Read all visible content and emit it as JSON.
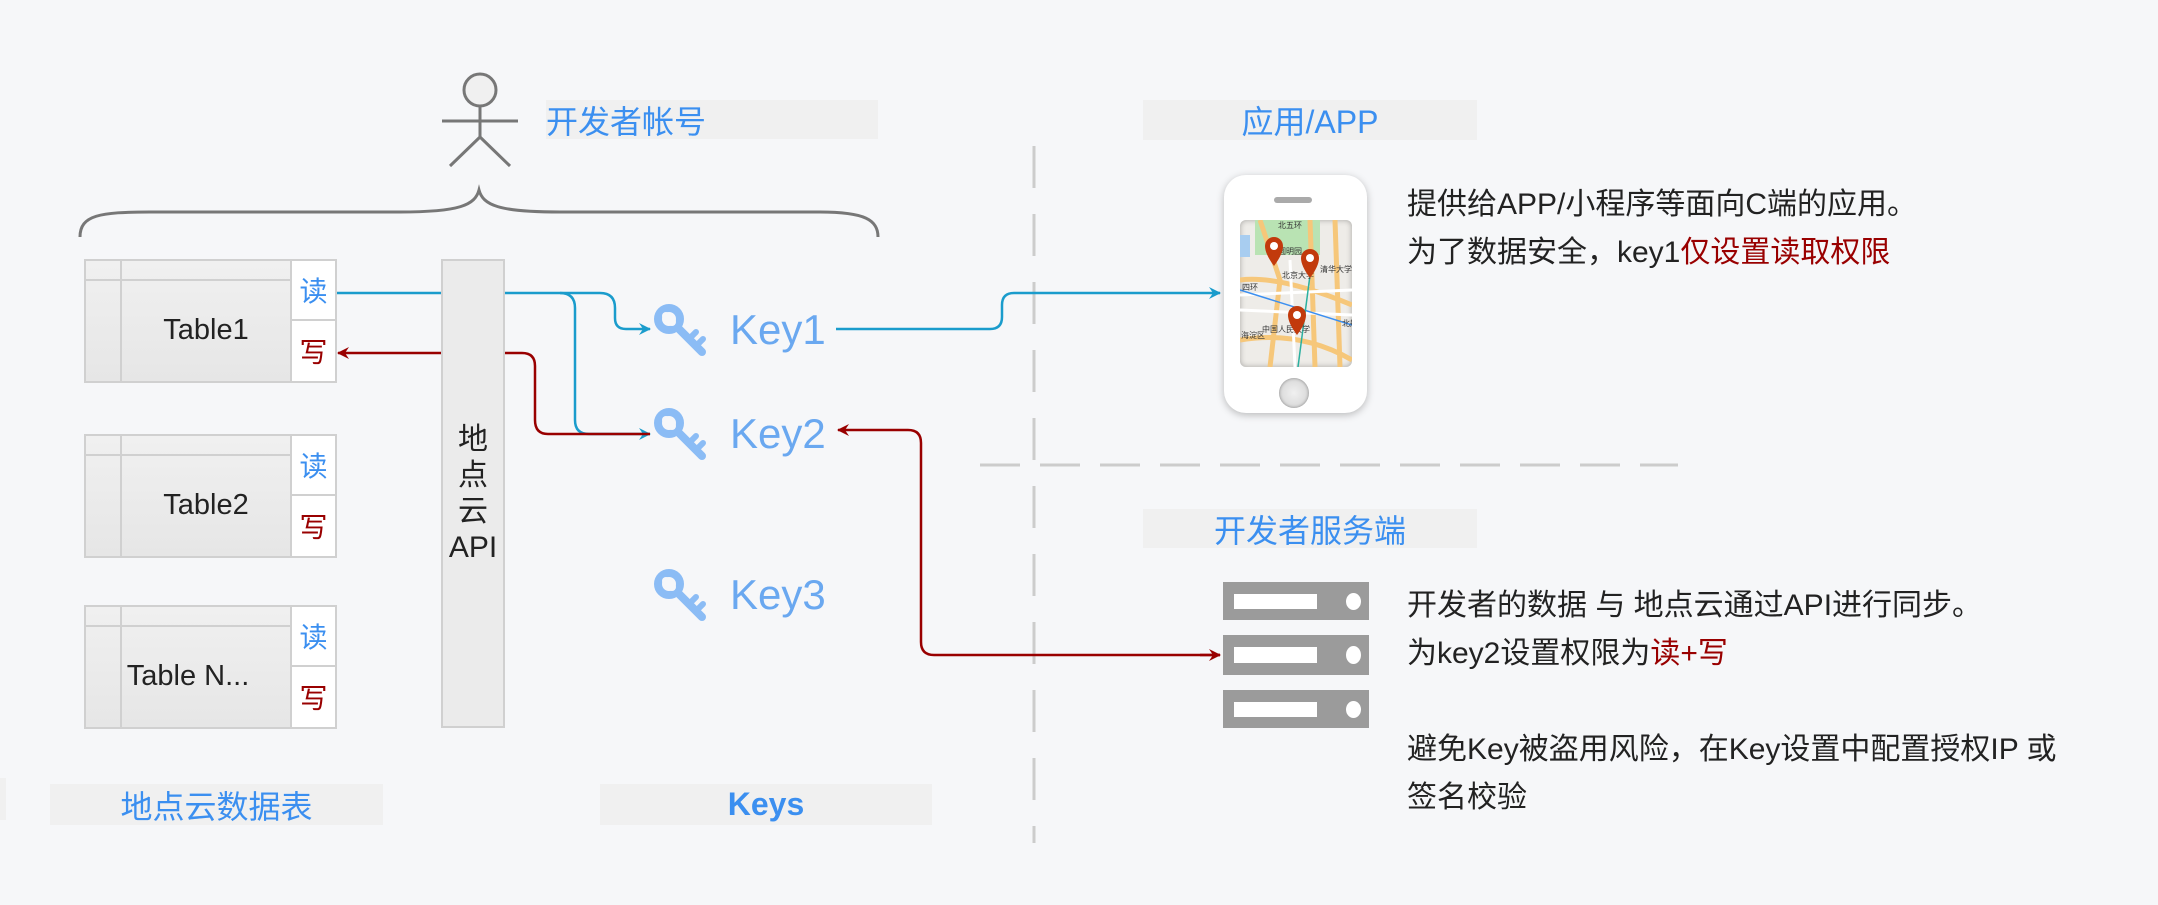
{
  "developer": {
    "label": "开发者帐号",
    "icon": "actor-icon"
  },
  "tables": [
    {
      "name": "Table1",
      "read": "读",
      "write": "写"
    },
    {
      "name": "Table2",
      "read": "读",
      "write": "写"
    },
    {
      "name": "Table N...",
      "read": "读",
      "write": "写"
    }
  ],
  "api": {
    "chars": [
      "地",
      "点",
      "云",
      "API"
    ]
  },
  "keys": [
    {
      "label": "Key1",
      "icon": "key-icon"
    },
    {
      "label": "Key2",
      "icon": "key-icon"
    },
    {
      "label": "Key3",
      "icon": "key-icon"
    }
  ],
  "bottom_labels": {
    "tables": "地点云数据表",
    "keys": "Keys"
  },
  "app": {
    "label": "应用/APP",
    "desc_line1": "提供给APP/小程序等面向C端的应用。",
    "desc_line2_prefix": "为了数据安全，key1",
    "desc_line2_highlight": "仅设置读取权限",
    "map_labels": [
      "北五环",
      "圆明园",
      "清华大学",
      "北京大学",
      "四环",
      "中国人民大学",
      "海淀区",
      "北航"
    ]
  },
  "server": {
    "label": "开发者服务端",
    "desc_line1": "开发者的数据 与 地点云通过API进行同步。",
    "desc_line2_prefix": "为key2设置权限为",
    "desc_line2_highlight": "读+写",
    "desc_line3": "避免Key被盗用风险，在Key设置中配置授权IP 或",
    "desc_line4": "签名校验"
  },
  "colors": {
    "accent_blue": "#3b8ff0",
    "read_line": "#1a9ccc",
    "write_line": "#990000",
    "key_blue": "#8bbcf5"
  }
}
